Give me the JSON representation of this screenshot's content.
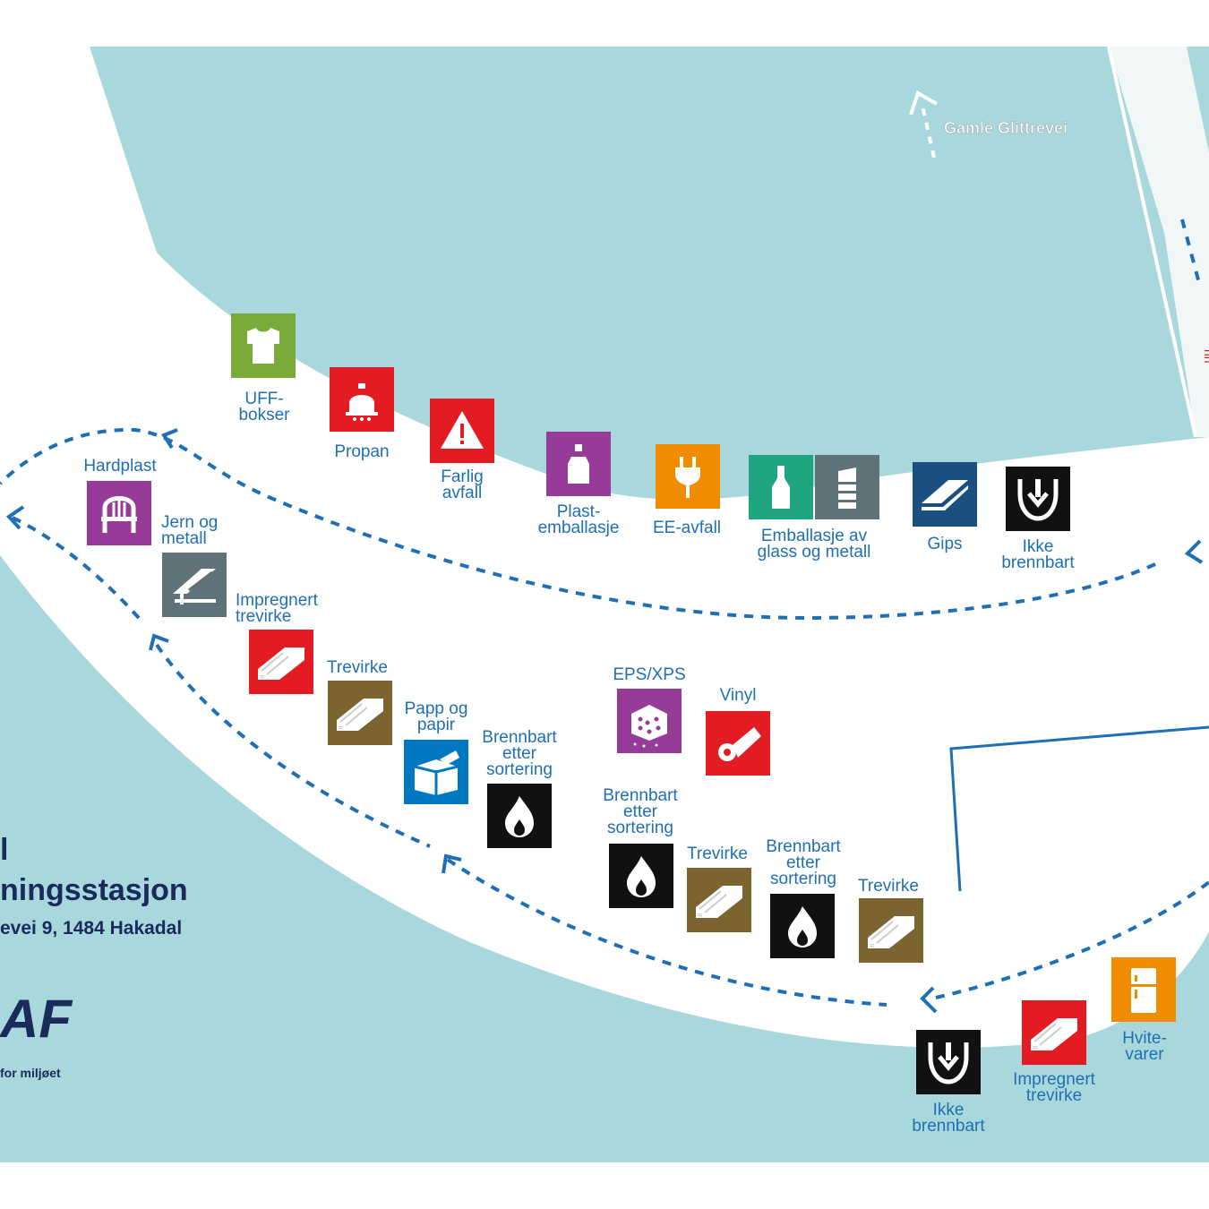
{
  "colors": {
    "water": "#a8d8dc",
    "road": "#ffffff",
    "route": "#1f6fb5",
    "label": "#1f6fb5",
    "title": "#1b2a5c",
    "green": "#7aab3a",
    "red": "#e31c24",
    "purple": "#963c98",
    "orange": "#f08c00",
    "teal": "#1ea57f",
    "grey": "#5f7179",
    "navy": "#1b4f80",
    "black": "#111111",
    "brown": "#7b6430",
    "blue": "#0078c1"
  },
  "street_label": "Gamle Glittrevei",
  "title": {
    "line1": "l",
    "line2": "ningsstasjon",
    "address": "evei 9, 1484 Hakadal"
  },
  "logo": {
    "wordmark": "AF",
    "tagline": "for miljøet"
  },
  "stations": [
    {
      "id": "uff",
      "label": "UFF-\nbokser",
      "color": "green",
      "icon": "shirt-icon"
    },
    {
      "id": "propan",
      "label": "Propan",
      "color": "red",
      "icon": "gas-bottle-icon"
    },
    {
      "id": "farlig",
      "label": "Farlig\navfall",
      "color": "red",
      "icon": "warning-icon"
    },
    {
      "id": "plast",
      "label": "Plast-\nemballasje",
      "color": "purple",
      "icon": "bottle-icon"
    },
    {
      "id": "ee",
      "label": "EE-avfall",
      "color": "orange",
      "icon": "plug-icon"
    },
    {
      "id": "glass",
      "label": "Emballasje av\nglass og metall",
      "color": "teal",
      "icon": "glass-bottle-icon"
    },
    {
      "id": "metallpack",
      "label": "",
      "color": "grey",
      "icon": "can-icon"
    },
    {
      "id": "gips",
      "label": "Gips",
      "color": "navy",
      "icon": "plasterboard-icon"
    },
    {
      "id": "ikke1",
      "label": "Ikke\nbrennbart",
      "color": "black",
      "icon": "non-combustible-icon"
    },
    {
      "id": "hardplast",
      "label": "Hardplast",
      "color": "purple",
      "icon": "chair-icon"
    },
    {
      "id": "jern",
      "label": "Jern og\nmetall",
      "color": "grey",
      "icon": "metal-beam-icon"
    },
    {
      "id": "impreg1",
      "label": "Impregnert\ntrevirke",
      "color": "red",
      "icon": "wood-plank-icon"
    },
    {
      "id": "trevirke1",
      "label": "Trevirke",
      "color": "brown",
      "icon": "wood-plank-icon"
    },
    {
      "id": "papp",
      "label": "Papp og\npapir",
      "color": "blue",
      "icon": "cardboard-box-icon"
    },
    {
      "id": "brenn1",
      "label": "Brennbart\netter\nsortering",
      "color": "black",
      "icon": "flame-icon"
    },
    {
      "id": "eps",
      "label": "EPS/XPS",
      "color": "purple",
      "icon": "styrofoam-icon"
    },
    {
      "id": "vinyl",
      "label": "Vinyl",
      "color": "red",
      "icon": "vinyl-roll-icon"
    },
    {
      "id": "brenn2",
      "label": "Brennbart\netter\nsortering",
      "color": "black",
      "icon": "flame-icon"
    },
    {
      "id": "trevirke2",
      "label": "Trevirke",
      "color": "brown",
      "icon": "wood-plank-icon"
    },
    {
      "id": "brenn3",
      "label": "Brennbart\netter\nsortering",
      "color": "black",
      "icon": "flame-icon"
    },
    {
      "id": "trevirke3",
      "label": "Trevirke",
      "color": "brown",
      "icon": "wood-plank-icon"
    },
    {
      "id": "ikke2",
      "label": "Ikke\nbrennbart",
      "color": "black",
      "icon": "non-combustible-icon"
    },
    {
      "id": "impreg2",
      "label": "Impregnert\ntrevirke",
      "color": "red",
      "icon": "wood-plank-icon"
    },
    {
      "id": "hvite",
      "label": "Hvite-\nvarer",
      "color": "orange",
      "icon": "fridge-icon"
    }
  ]
}
